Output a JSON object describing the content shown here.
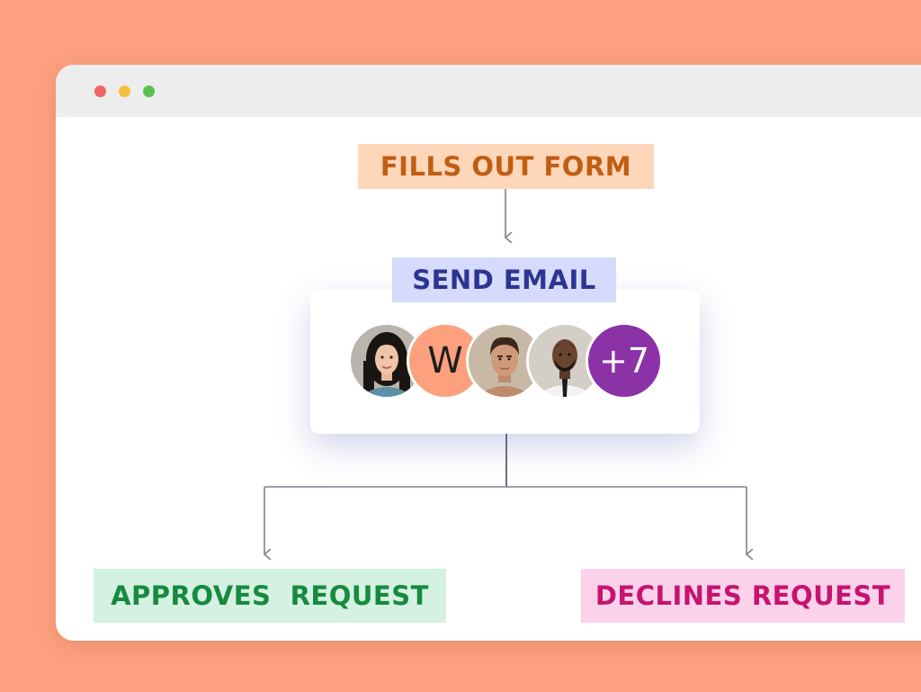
{
  "window": {
    "dots": [
      "close",
      "minimize",
      "maximize"
    ]
  },
  "flow": {
    "step1": "FILLS OUT FORM",
    "step2": "SEND EMAIL",
    "outcome_left": "APPROVES  REQUEST",
    "outcome_right": "DECLINES REQUEST"
  },
  "recipients": {
    "avatars": [
      {
        "type": "photo",
        "icon": "woman-avatar"
      },
      {
        "type": "initial",
        "initial": "W"
      },
      {
        "type": "photo",
        "icon": "man-avatar"
      },
      {
        "type": "photo",
        "icon": "man-suit-avatar"
      }
    ],
    "more_count": "+7"
  },
  "colors": {
    "background": "#fda07f",
    "step1_bg": "#fed6b9",
    "step1_text": "#c15e12",
    "step2_bg": "#d6dafc",
    "step2_text": "#2c3591",
    "approve_bg": "#d4f1e2",
    "approve_text": "#168a3f",
    "decline_bg": "#fbd2ea",
    "decline_text": "#c7136f",
    "more_bg": "#8a32a6"
  }
}
